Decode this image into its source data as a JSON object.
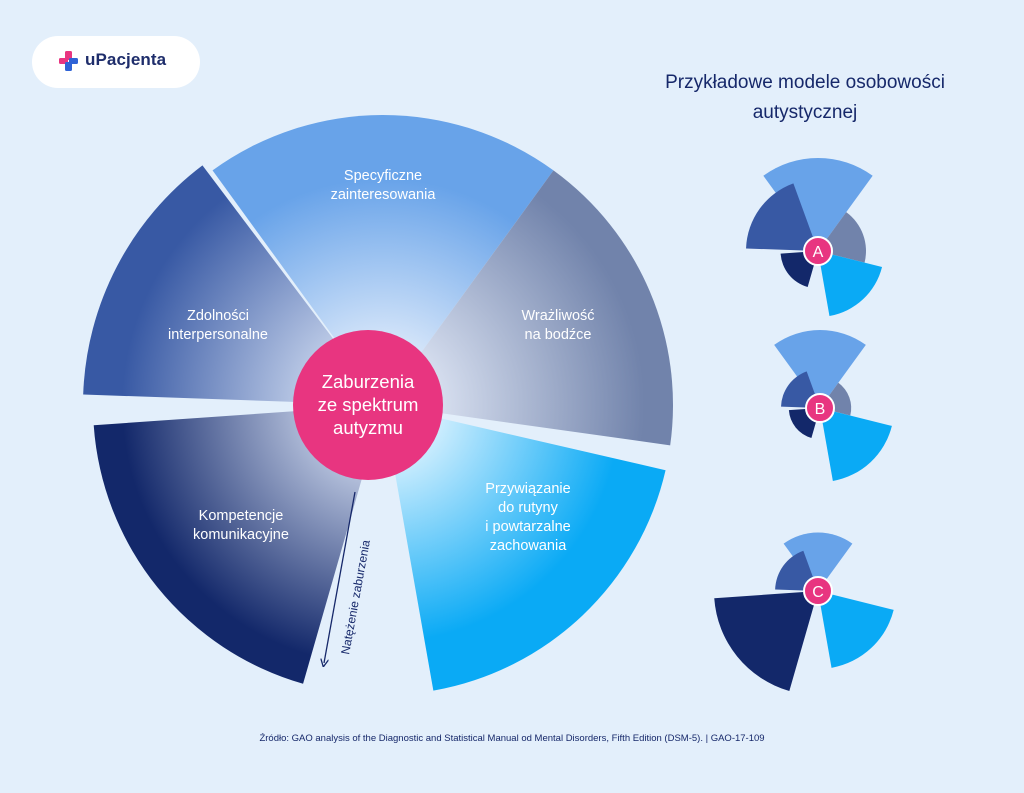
{
  "brand": {
    "name": "uPacjenta"
  },
  "colors": {
    "background": "#e3effb",
    "accent": "#e83580",
    "navy": "#16286a",
    "seg_interests": "#68a3e9",
    "seg_sensory": "#7183ab",
    "seg_routine": "#0aaaf5",
    "seg_communication": "#13286a",
    "seg_interpersonal": "#3859a4"
  },
  "title": "Przykładowe modele osobowości autystycznej",
  "diagram": {
    "center": [
      "Zaburzenia",
      "ze spektrum",
      "autyzmu"
    ],
    "axis_label": "Natężenie zaburzenia",
    "segments": [
      {
        "key": "interests",
        "label": [
          "Specyficzne",
          "zainteresowania"
        ]
      },
      {
        "key": "sensory",
        "label": [
          "Wrażliwość",
          "na bodźce"
        ]
      },
      {
        "key": "routine",
        "label": [
          "Przywiązanie",
          "do rutyny",
          "i powtarzalne",
          "zachowania"
        ]
      },
      {
        "key": "communication",
        "label": [
          "Kompetencje",
          "komunikacyjne"
        ]
      },
      {
        "key": "interpersonal",
        "label": [
          "Zdolności",
          "interpersonalne"
        ]
      }
    ]
  },
  "models": [
    {
      "label": "A",
      "levels": {
        "interests": 0.62,
        "sensory": 0.32,
        "routine": 0.44,
        "communication": 0.25,
        "interpersonal": 0.48
      }
    },
    {
      "label": "B",
      "levels": {
        "interests": 0.6,
        "sensory": 0.24,
        "routine": 0.57,
        "communication": 0.24,
        "interpersonal": 0.3
      }
    },
    {
      "label": "C",
      "levels": {
        "interests": 0.45,
        "sensory": 0.1,
        "routine": 0.6,
        "communication": 0.8,
        "interpersonal": 0.33
      }
    }
  ],
  "source": "Źródło: GAO analysis of the Diagnostic and Statistical Manual od Mental Disorders, Fifth Edition (DSM-5). | GAO-17-109"
}
